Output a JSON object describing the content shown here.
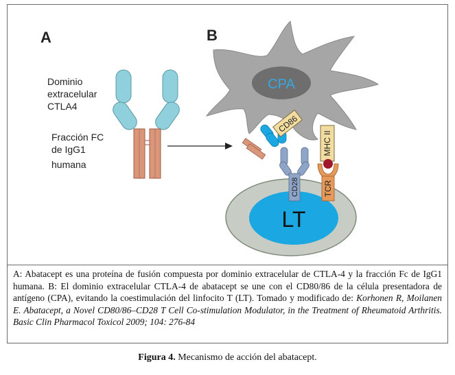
{
  "panel_a": {
    "label": "A",
    "domain_label": [
      "Dominio",
      "extracelular",
      "CTLA4"
    ],
    "fc_label": [
      "Fracción FC",
      "de IgG1",
      "humana"
    ]
  },
  "panel_b": {
    "label": "B",
    "cpa_label": "CPA",
    "lt_label": "LT",
    "cd86_label": "CD86",
    "mhc_label": "MHC II",
    "cd28_label": "CD28",
    "tcr_label": "TCR"
  },
  "caption": {
    "text_plain": "A: Abatacept es una proteína de fusión compuesta por dominio extracelular de CTLA-4 y la fracción Fc de IgG1 humana. B: El dominio extracelular CTLA-4 de abatacept se une con el CD80/86 de la célula presentadora de antígeno (CPA), evitando la coestimulación del linfocito T (LT). Tomado y modificado de: ",
    "text_italic": "Korhonen R, Moilanen E. Abatacept, a Novel CD80/86–CD28 T Cell Co-stimulation Modulator, in the Treatment of Rheumatoid Arthritis. Basic Clin Pharmacol Toxicol 2009; 104: 276-84"
  },
  "figure_title": {
    "label": "Figura 4.",
    "text": " Mecanismo de acción del abatacept."
  },
  "colors": {
    "teal_domain": "#8fd0dc",
    "fc_brown": "#d9967a",
    "cpa_cell": "#a6a6a6",
    "cpa_nucleus": "#6e6e6e",
    "lt_cell": "#c7cdc4",
    "lt_nucleus": "#1ba7e2",
    "cd86_box": "#f2dca0",
    "cd28": "#8fa5c8",
    "tcr": "#e59a5b",
    "mhc_dot": "#a0172c"
  }
}
